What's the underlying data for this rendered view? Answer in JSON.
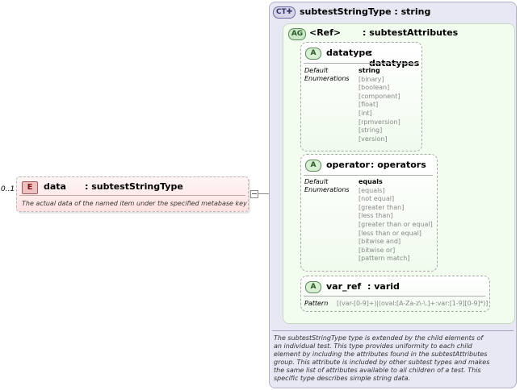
{
  "element": {
    "occurs": "0..1",
    "badge": "E",
    "name": "data",
    "type": ": subtestStringType",
    "doc": "The actual data of the named item under the specified metabase key"
  },
  "complex_type": {
    "badge": "CT",
    "name": "subtestStringType : string",
    "doc": "The subtestStringType type is extended by the child elements of an individual test.  This type provides uniformity to each child element by including the attributes found in the subtestAttributes group.  This attribute is included by other subtest types and makes the same list of attributes available to all children of a test.  This specific type describes simple string data."
  },
  "attribute_group": {
    "badge": "AG",
    "ref": "<Ref>",
    "name": ": subtestAttributes"
  },
  "attributes": [
    {
      "badge": "A",
      "name": "datatype",
      "type": ": datatypes",
      "facet_label_1": "Default",
      "facet_label_2": "Enumerations",
      "default": "string",
      "enumerations": [
        "[binary]",
        "[boolean]",
        "[component]",
        "[float]",
        "[int]",
        "[rpmversion]",
        "[string]",
        "[version]"
      ]
    },
    {
      "badge": "A",
      "name": "operator",
      "type": ": operators",
      "facet_label_1": "Default",
      "facet_label_2": "Enumerations",
      "default": "equals",
      "enumerations": [
        "[equals]",
        "[not equal]",
        "[greater than]",
        "[less than]",
        "[greater than or equal]",
        "[less than or equal]",
        "[bitwise and]",
        "[bitwise or]",
        "[pattern match]"
      ]
    },
    {
      "badge": "A",
      "name": "var_ref",
      "type": ": varid",
      "facet_label_1": "Pattern",
      "pattern": "[(var-[0-9]+)|(oval:[A-Za-z\\-\\.]+:var:[1-9][0-9]*)]"
    }
  ]
}
